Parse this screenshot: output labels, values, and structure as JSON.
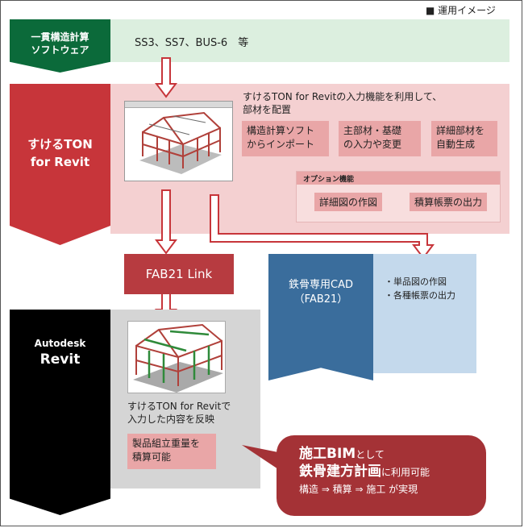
{
  "caption": "■ 運用イメージ",
  "stage1": {
    "title_line1": "一貫構造計算",
    "title_line2": "ソフトウェア",
    "content": "SS3、SS7、BUS-6　等"
  },
  "stage2": {
    "title_line1": "すけるTON",
    "title_line2": "for Revit",
    "desc_line1": "すけるTON for Revitの入力機能を利用して、",
    "desc_line2": "部材を配置",
    "features": [
      {
        "line1": "構造計算ソフト",
        "line2": "からインポート"
      },
      {
        "line1": "主部材・基礎",
        "line2": "の入力や変更"
      },
      {
        "line1": "詳細部材を",
        "line2": "自動生成"
      }
    ],
    "options_title": "オプション機能",
    "options": [
      "詳細図の作図",
      "積算帳票の出力"
    ]
  },
  "fab_link": "FAB21 Link",
  "cad": {
    "title_line1": "鉄骨専用CAD",
    "title_line2": "（FAB21）",
    "items": [
      "・単品図の作図",
      "・各種帳票の出力"
    ]
  },
  "stage3": {
    "title_line1": "Autodesk",
    "title_line2": "Revit",
    "desc_line1": "すけるTON for Revitで",
    "desc_line2": "入力した内容を反映",
    "box_line1": "製品組立重量を",
    "box_line2": "積算可能"
  },
  "callout": {
    "line1_big": "施工BIM",
    "line1_small": "として",
    "line2_big": "鉄骨建方計画",
    "line2_small": "に利用可能",
    "line3": "構造 ⇒ 積算 ⇒ 施工 が実現"
  },
  "colors": {
    "green": "#0b6a3a",
    "red": "#c7353a",
    "blue": "#3a6d9c",
    "black": "#000000",
    "arrow": "#c7353a"
  }
}
